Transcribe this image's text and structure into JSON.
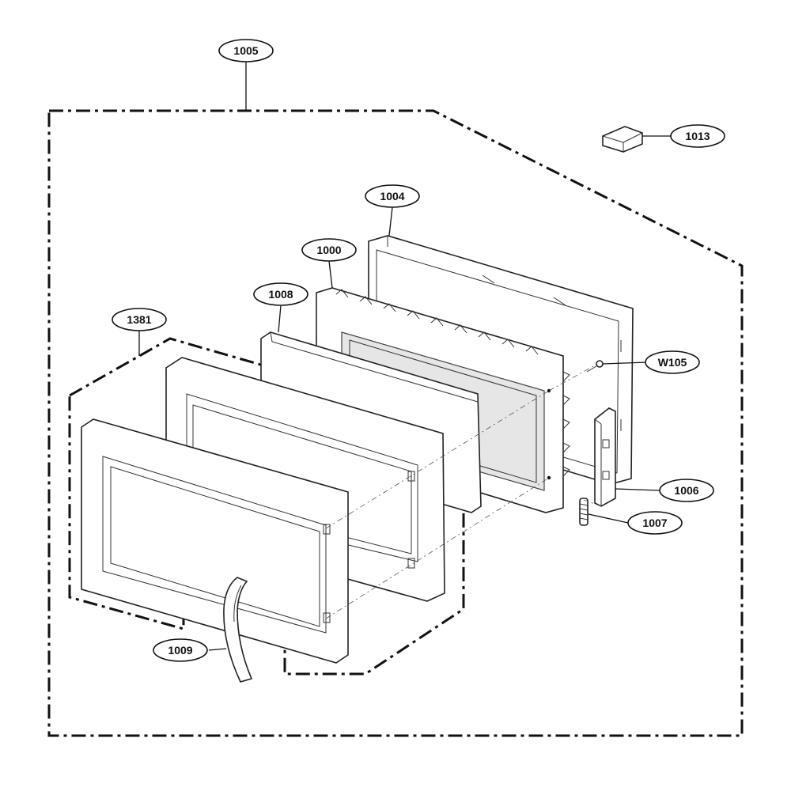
{
  "callouts": {
    "assembly": "1005",
    "latch_small": "1013",
    "frame": "1004",
    "door_inner": "1000",
    "choke": "1008",
    "door_outer": "1381",
    "screw": "W105",
    "hinge": "1006",
    "spring": "1007",
    "handle": "1009"
  }
}
